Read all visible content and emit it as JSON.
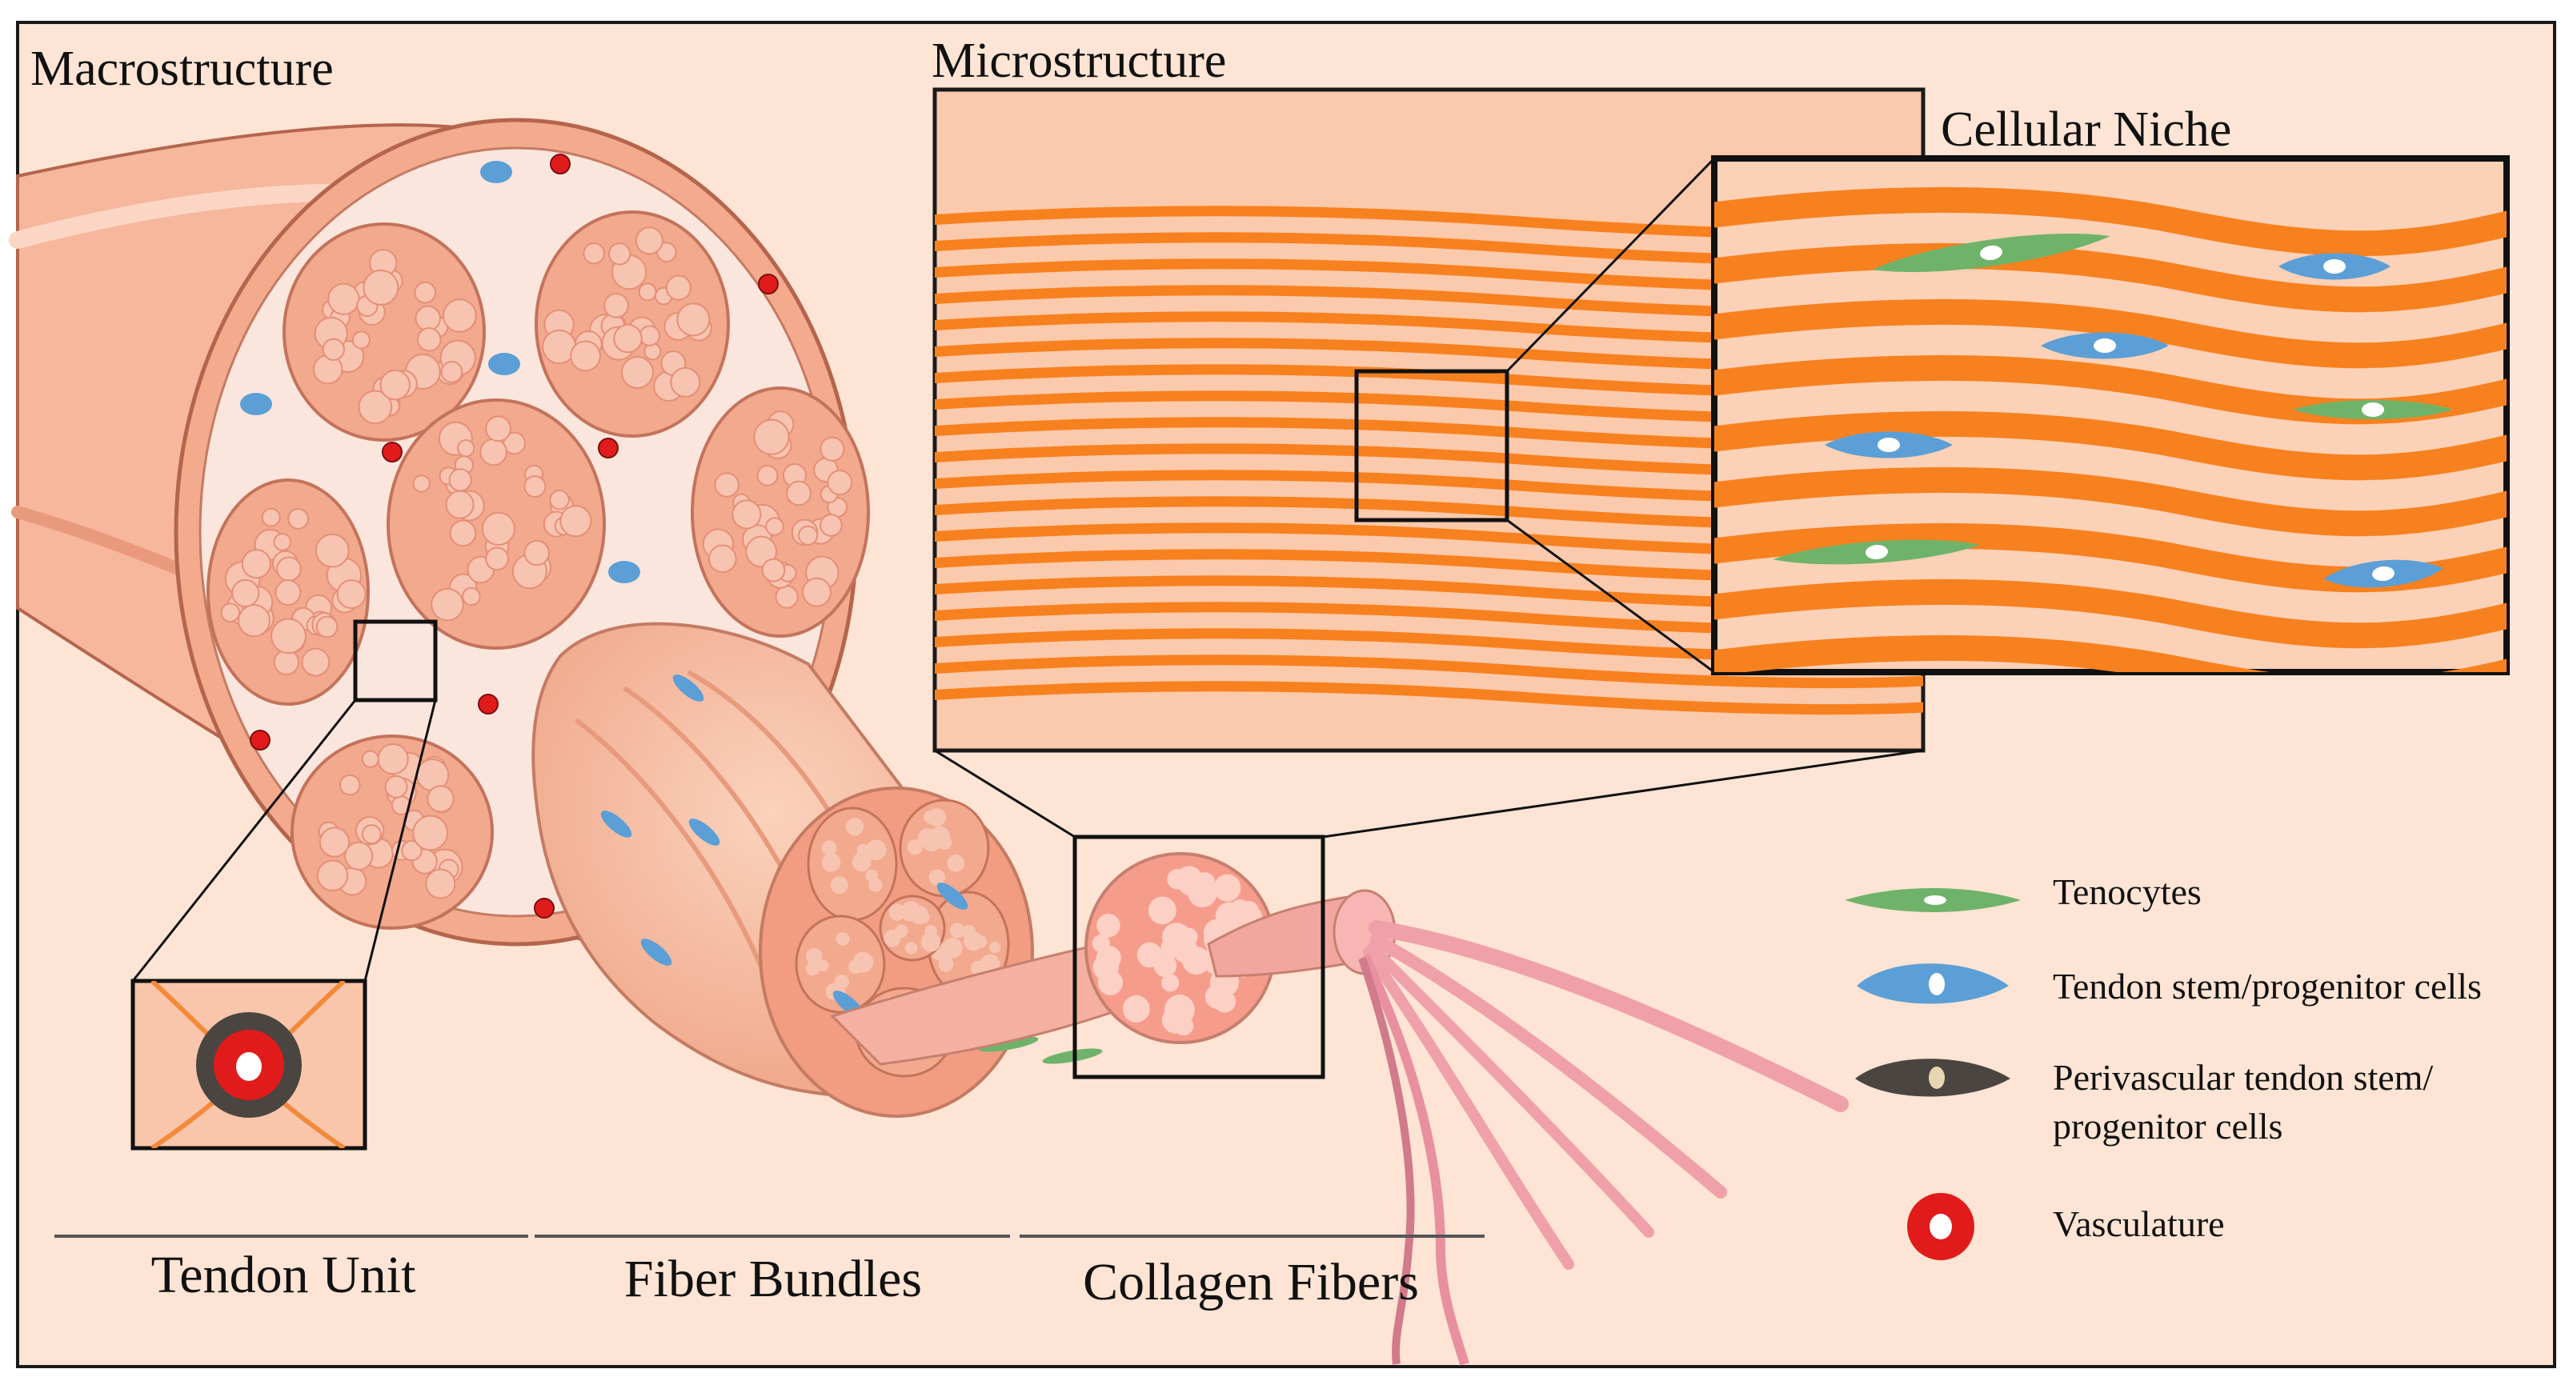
{
  "sections": {
    "macro_title": "Macrostructure",
    "micro_title": "Microstructure",
    "niche_title": "Cellular  Niche"
  },
  "scale_labels": {
    "tendon_unit": "Tendon Unit",
    "fiber_bundles": "Fiber  Bundles",
    "collagen_fibers": "Collagen Fibers"
  },
  "legend": {
    "tenocytes": "Tenocytes",
    "tspc": "Tendon stem/progenitor cells",
    "perivascular_line1": "Perivascular tendon stem/",
    "perivascular_line2": "progenitor cells",
    "vasculature": "Vasculature"
  },
  "colors": {
    "background": "#fde4d4",
    "collagen_band": "#f7811f",
    "tenocyte": "#6fb36a",
    "tspc": "#5b9fd6",
    "perivascular": "#4a4540",
    "vasculature": "#e11b1b",
    "fascicle_fill": "#f2a98d",
    "fibril_fill": "#f8c4b2"
  }
}
